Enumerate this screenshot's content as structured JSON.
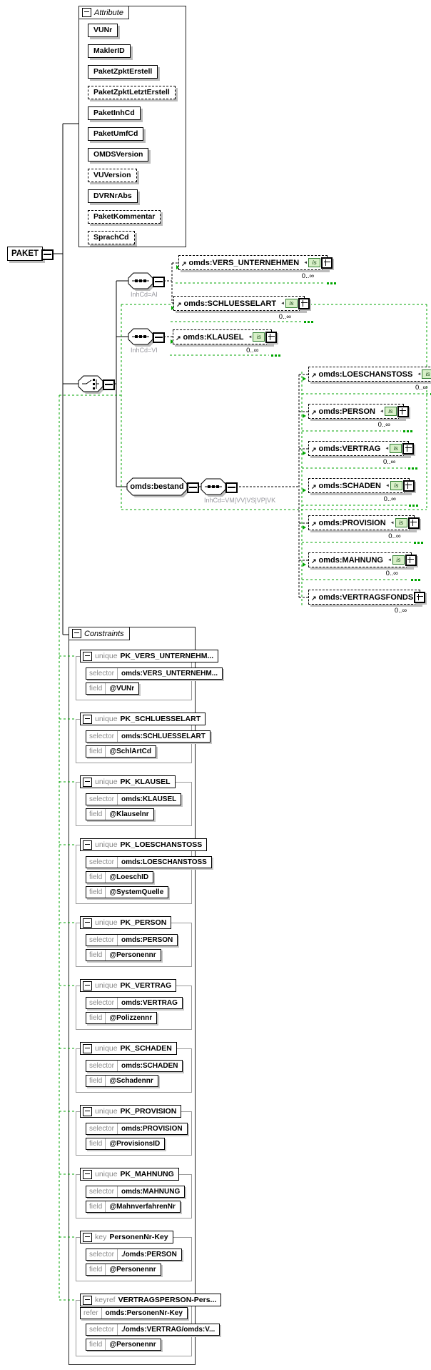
{
  "diagram": {
    "root_element": "PAKET",
    "attributes_panel": {
      "title": "Attribute",
      "items": [
        {
          "name": "VUNr",
          "optional": false
        },
        {
          "name": "MaklerID",
          "optional": false
        },
        {
          "name": "PaketZpktErstell",
          "optional": false
        },
        {
          "name": "PaketZpktLetztErstell",
          "optional": true
        },
        {
          "name": "PaketInhCd",
          "optional": false
        },
        {
          "name": "PaketUmfCd",
          "optional": false
        },
        {
          "name": "OMDSVersion",
          "optional": false
        },
        {
          "name": "VUVersion",
          "optional": true
        },
        {
          "name": "DVRNrAbs",
          "optional": false
        },
        {
          "name": "PaketKommentar",
          "optional": true
        },
        {
          "name": "SprachCd",
          "optional": true
        }
      ]
    },
    "content_model": {
      "branches": [
        {
          "condition": "InhCd=AI",
          "elements": [
            {
              "name": "omds:VERS_UNTERNEHMEN",
              "occurrence": "0..∞",
              "badge": true
            },
            {
              "name": "omds:SCHLUESSELART",
              "occurrence": "0..∞",
              "badge": true
            }
          ]
        },
        {
          "condition": "InhCd=VI",
          "elements": [
            {
              "name": "omds:KLAUSEL",
              "occurrence": "0..∞",
              "badge": true
            }
          ]
        },
        {
          "condition": "InhCd=VM|VV|VS|VP|VK",
          "container": "omds:bestand",
          "elements": [
            {
              "name": "omds:LOESCHANSTOSS",
              "occurrence": "0..∞",
              "badge": true
            },
            {
              "name": "omds:PERSON",
              "occurrence": "0..∞",
              "badge": true
            },
            {
              "name": "omds:VERTRAG",
              "occurrence": "0..∞",
              "badge": true
            },
            {
              "name": "omds:SCHADEN",
              "occurrence": "0..∞",
              "badge": true
            },
            {
              "name": "omds:PROVISION",
              "occurrence": "0..∞",
              "badge": true
            },
            {
              "name": "omds:MAHNUNG",
              "occurrence": "0..∞",
              "badge": true
            },
            {
              "name": "omds:VERTRAGSFONDS",
              "occurrence": "0..∞",
              "badge": false
            }
          ]
        }
      ]
    },
    "constraints_panel": {
      "title": "Constraints",
      "groups": [
        {
          "kind": "unique",
          "name": "PK_VERS_UNTERNEHM...",
          "selector": "omds:VERS_UNTERNEHM...",
          "fields": [
            "@VUNr"
          ]
        },
        {
          "kind": "unique",
          "name": "PK_SCHLUESSELART",
          "selector": "omds:SCHLUESSELART",
          "fields": [
            "@SchlArtCd"
          ]
        },
        {
          "kind": "unique",
          "name": "PK_KLAUSEL",
          "selector": "omds:KLAUSEL",
          "fields": [
            "@Klauselnr"
          ]
        },
        {
          "kind": "unique",
          "name": "PK_LOESCHANSTOSS",
          "selector": "omds:LOESCHANSTOSS",
          "fields": [
            "@LoeschID",
            "@SystemQuelle"
          ]
        },
        {
          "kind": "unique",
          "name": "PK_PERSON",
          "selector": "omds:PERSON",
          "fields": [
            "@Personennr"
          ]
        },
        {
          "kind": "unique",
          "name": "PK_VERTRAG",
          "selector": "omds:VERTRAG",
          "fields": [
            "@Polizzennr"
          ]
        },
        {
          "kind": "unique",
          "name": "PK_SCHADEN",
          "selector": "omds:SCHADEN",
          "fields": [
            "@Schadennr"
          ]
        },
        {
          "kind": "unique",
          "name": "PK_PROVISION",
          "selector": "omds:PROVISION",
          "fields": [
            "@ProvisionsID"
          ]
        },
        {
          "kind": "unique",
          "name": "PK_MAHNUNG",
          "selector": "omds:MAHNUNG",
          "fields": [
            "@MahnverfahrenNr"
          ]
        },
        {
          "kind": "key",
          "name": "PersonenNr-Key",
          "selector": "./omds:PERSON",
          "fields": [
            "@Personennr"
          ]
        },
        {
          "kind": "keyref",
          "name": "VERTRAGSPERSON-Pers...",
          "refer": "omds:PersonenNr-Key",
          "selector": "./omds:VERTRAG/omds:V...",
          "fields": [
            "@Personennr"
          ]
        }
      ],
      "labels": {
        "selector": "selector",
        "field": "field",
        "refer": "refer"
      }
    },
    "badges": {
      "occurrence": "0..∞",
      "constraint_badge": "is"
    },
    "colors": {
      "constraint_green": "#00a500",
      "shadow": "#bdbdbd",
      "muted": "#98989f"
    }
  }
}
